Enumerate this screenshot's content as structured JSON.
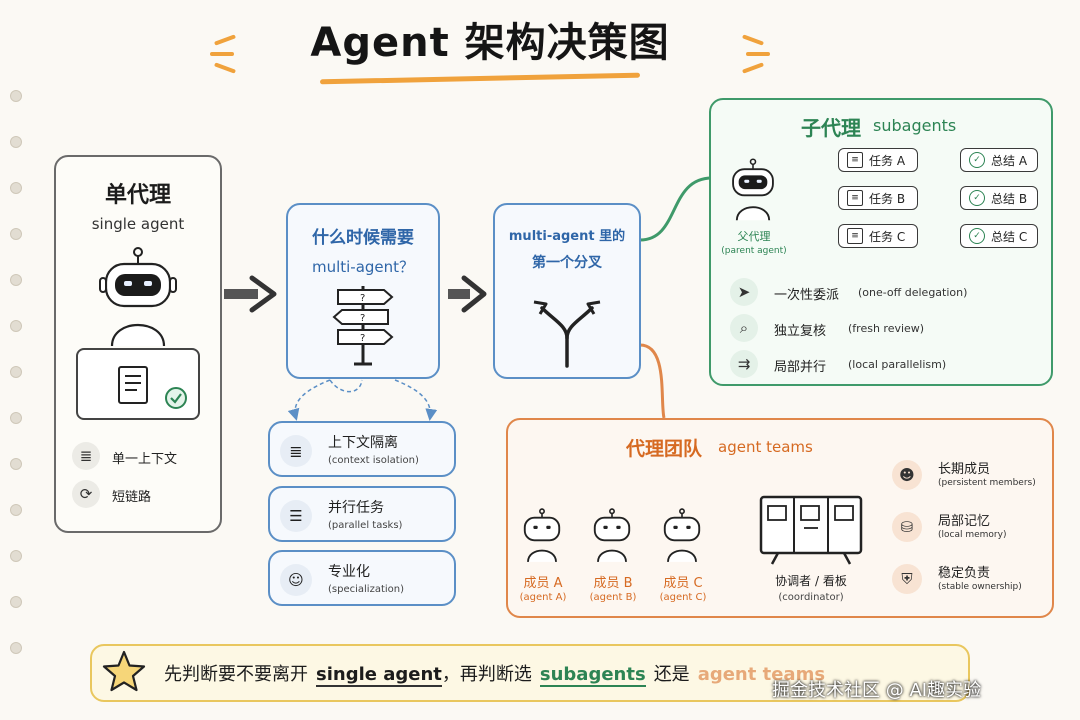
{
  "title": "Agent 架构决策图",
  "single_agent": {
    "title": "单代理",
    "subtitle": "single agent",
    "items": [
      {
        "label": "单一上下文",
        "icon": "document-icon"
      },
      {
        "label": "短链路",
        "icon": "cycle-icon"
      }
    ]
  },
  "question": {
    "line1": "什么时候需要",
    "line2": "multi-agent？",
    "reasons": [
      {
        "label": "上下文隔离",
        "sub": "(context isolation)",
        "icon": "document-icon"
      },
      {
        "label": "并行任务",
        "sub": "(parallel tasks)",
        "icon": "list-icon"
      },
      {
        "label": "专业化",
        "sub": "(specialization)",
        "icon": "expert-icon"
      }
    ]
  },
  "fork": {
    "line1": "multi-agent 里的",
    "line2": "第一个分叉"
  },
  "subagents": {
    "title_cn": "子代理",
    "title_en": "subagents",
    "parent_label": "父代理",
    "parent_sub": "(parent agent)",
    "tasks": [
      "任务 A",
      "任务 B",
      "任务 C"
    ],
    "summaries": [
      "总结 A",
      "总结 B",
      "总结 C"
    ],
    "features": [
      {
        "label": "一次性委派",
        "sub": "(one-off delegation)",
        "icon": "send-icon"
      },
      {
        "label": "独立复核",
        "sub": "(fresh review)",
        "icon": "search-icon"
      },
      {
        "label": "局部并行",
        "sub": "(local parallelism)",
        "icon": "parallel-icon"
      }
    ]
  },
  "teams": {
    "title_cn": "代理团队",
    "title_en": "agent teams",
    "members": [
      {
        "label": "成员 A",
        "sub": "(agent A)"
      },
      {
        "label": "成员 B",
        "sub": "(agent B)"
      },
      {
        "label": "成员 C",
        "sub": "(agent C)"
      }
    ],
    "coordinator_label": "协调者 / 看板",
    "coordinator_sub": "(coordinator)",
    "features": [
      {
        "label": "长期成员",
        "sub": "(persistent members)",
        "icon": "people-icon"
      },
      {
        "label": "局部记忆",
        "sub": "(local memory)",
        "icon": "database-icon"
      },
      {
        "label": "稳定负责",
        "sub": "(stable ownership)",
        "icon": "shield-icon"
      }
    ]
  },
  "footer": {
    "part1": "先判断要不要离开",
    "term1": "single agent",
    "part2": "，再判断选",
    "term2": "subagents",
    "part3": "还是",
    "term3": "agent teams"
  },
  "watermark": "掘金技术社区 @ AI趣实验",
  "colors": {
    "blue": "#5b8fc6",
    "green": "#3f9a6a",
    "orange": "#e0874a",
    "yellow": "#e9c75e",
    "accent": "#f0a23c"
  }
}
